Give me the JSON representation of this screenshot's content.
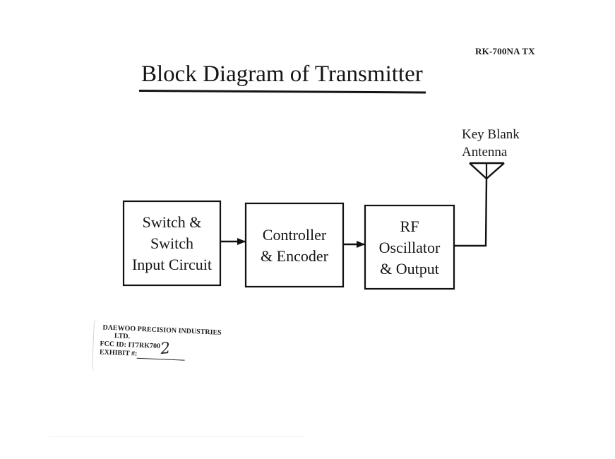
{
  "document": {
    "model_tag": "RK-700NA TX",
    "title": "Block Diagram of Transmitter"
  },
  "diagram": {
    "blocks": [
      {
        "id": "switch-input",
        "lines": [
          "Switch &",
          "Switch",
          "Input Circuit"
        ]
      },
      {
        "id": "controller-encoder",
        "lines": [
          "Controller",
          "& Encoder"
        ]
      },
      {
        "id": "rf-oscillator",
        "lines": [
          "RF",
          "Oscillator",
          "& Output"
        ]
      }
    ],
    "connections": [
      {
        "from": "switch-input",
        "to": "controller-encoder",
        "type": "arrow"
      },
      {
        "from": "controller-encoder",
        "to": "rf-oscillator",
        "type": "arrow"
      },
      {
        "from": "rf-oscillator",
        "to": "antenna",
        "type": "line"
      }
    ],
    "antenna": {
      "label_lines": [
        "Key Blank",
        "Antenna"
      ],
      "icon": "antenna-icon"
    }
  },
  "stamp": {
    "company": "DAEWOO PRECISION INDUSTRIES",
    "company_suffix": "LTD.",
    "fcc_id_line": "FCC ID:  IT7RK700",
    "exhibit_label": "EXHIBIT #:",
    "exhibit_value": "2"
  },
  "colors": {
    "ink": "#111111",
    "paper": "#ffffff"
  }
}
